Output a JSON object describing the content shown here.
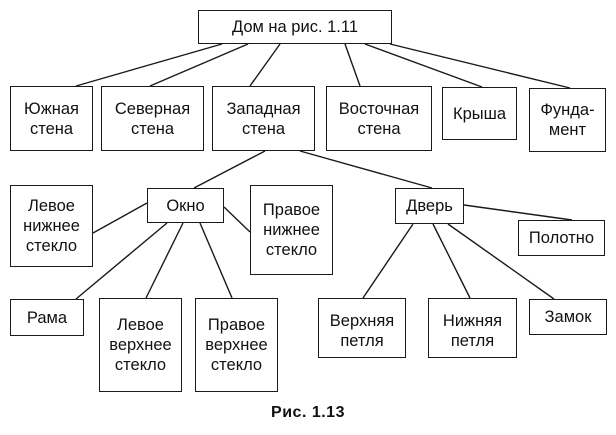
{
  "diagram": {
    "type": "tree",
    "nodes": [
      {
        "id": "root",
        "label": "Дом на рис. 1.11",
        "parent": null
      },
      {
        "id": "south",
        "label": "Южная\nстена",
        "parent": "root"
      },
      {
        "id": "north",
        "label": "Северная\nстена",
        "parent": "root"
      },
      {
        "id": "west",
        "label": "Западная\nстена",
        "parent": "root"
      },
      {
        "id": "east",
        "label": "Восточная\nстена",
        "parent": "root"
      },
      {
        "id": "roof",
        "label": "Крыша",
        "parent": "root"
      },
      {
        "id": "foundation",
        "label": "Фунда-\nмент",
        "parent": "root"
      },
      {
        "id": "window",
        "label": "Окно",
        "parent": "west"
      },
      {
        "id": "door",
        "label": "Дверь",
        "parent": "west"
      },
      {
        "id": "left-lower-glass",
        "label": "Левое\nнижнее\nстекло",
        "parent": "window"
      },
      {
        "id": "right-lower-glass",
        "label": "Правое\nнижнее\nстекло",
        "parent": "window"
      },
      {
        "id": "frame",
        "label": "Рама",
        "parent": "window"
      },
      {
        "id": "left-upper-glass",
        "label": "Левое\nверхнее\nстекло",
        "parent": "window"
      },
      {
        "id": "right-upper-glass",
        "label": "Правое\nверхнее\nстекло",
        "parent": "window"
      },
      {
        "id": "door-leaf",
        "label": "Полотно",
        "parent": "door"
      },
      {
        "id": "upper-hinge",
        "label": "Верхняя\nпетля",
        "parent": "door"
      },
      {
        "id": "lower-hinge",
        "label": "Нижняя\nпетля",
        "parent": "door"
      },
      {
        "id": "lock",
        "label": "Замок",
        "parent": "door"
      }
    ],
    "caption": "Рис. 1.13"
  }
}
